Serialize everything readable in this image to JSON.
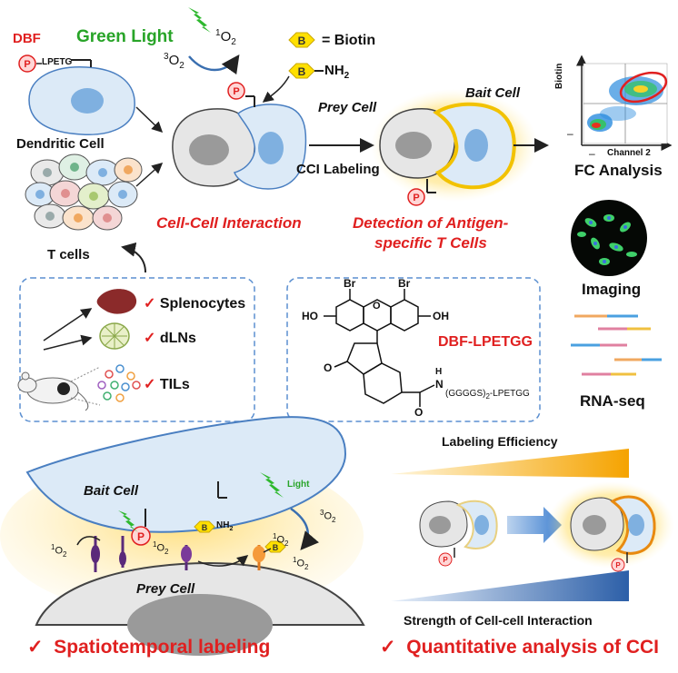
{
  "top": {
    "dbf": "DBF",
    "lpetg": "LPETG",
    "green_light": "Green Light",
    "singlet_o2": "1O2",
    "triplet_o2": "3O2",
    "biotin_key": "= Biotin",
    "nh2": "NH2",
    "b": "B",
    "p": "P",
    "dendritic_cell": "Dendritic Cell",
    "t_cells": "T cells",
    "prey_cell": "Prey Cell",
    "bait_cell": "Bait Cell",
    "cci_labeling": "CCI Labeling",
    "cell_cell_interaction": "Cell-Cell Interaction",
    "detection": "Detection of Antigen-",
    "detection2": "specific T Cells"
  },
  "right": {
    "biotin_axis": "Biotin",
    "channel2": "Channel 2",
    "fc_analysis": "FC Analysis",
    "imaging": "Imaging",
    "rnaseq": "RNA-seq"
  },
  "sources": {
    "items": [
      "Splenocytes",
      "dLNs",
      "TILs"
    ],
    "check": "✓"
  },
  "chem": {
    "name": "DBF-LPETGG",
    "br1": "Br",
    "br2": "Br",
    "ho": "HO",
    "oh": "OH",
    "o_ring": "O",
    "o_carbonyl": "O",
    "o_amide": "O",
    "nh": "N",
    "h": "H",
    "linker": "(GGGGS)2-LPETGG"
  },
  "bottom_left": {
    "bait_cell": "Bait Cell",
    "prey_cell": "Prey Cell",
    "light": "Light",
    "footer": "Spatiotemporal labeling",
    "check": "✓"
  },
  "bottom_right": {
    "labeling_efficiency": "Labeling Efficiency",
    "strength": "Strength of Cell-cell Interaction",
    "footer": "Quantitative analysis of CCI",
    "check": "✓"
  }
}
